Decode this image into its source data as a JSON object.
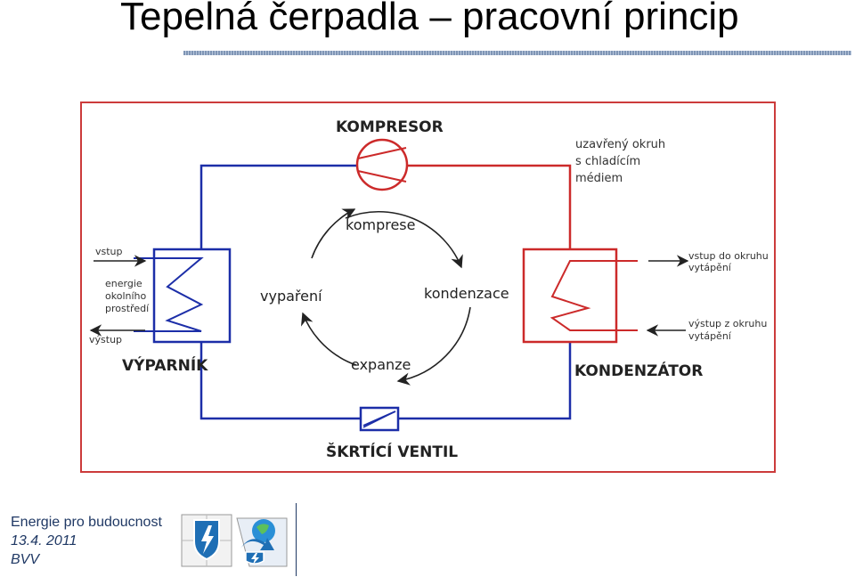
{
  "title": "Tepelná čerpadla – pracovní princip",
  "diagram": {
    "compressor": "KOMPRESOR",
    "note_line1": "uzavřený okruh",
    "note_line2": "s chladícím",
    "note_line3": "médiem",
    "cycle_compression": "komprese",
    "cycle_condensation": "kondenzace",
    "cycle_expansion": "expanze",
    "cycle_evaporation": "vypaření",
    "evap_in": "vstup",
    "evap_source_1": "energie",
    "evap_source_2": "okolního",
    "evap_source_3": "prostředí",
    "evap_out": "výstup",
    "evaporator": "VÝPARNÍK",
    "cond_in_1": "vstup do okruhu",
    "cond_in_2": "vytápění",
    "cond_out_1": "výstup z okruhu",
    "cond_out_2": "vytápění",
    "condenser": "KONDENZÁTOR",
    "valve": "ŠKRTÍCÍ VENTIL"
  },
  "footer": {
    "line1": "Energie pro budoucnost",
    "line2": "13.4. 2011",
    "line3": "BVV"
  },
  "colors": {
    "hot_loop": "#cc2a2a",
    "cold_loop": "#1c2ea8",
    "footer_text": "#1f3864"
  },
  "icons": [
    "shield-lightning-logo",
    "globe-arrow-logo"
  ]
}
